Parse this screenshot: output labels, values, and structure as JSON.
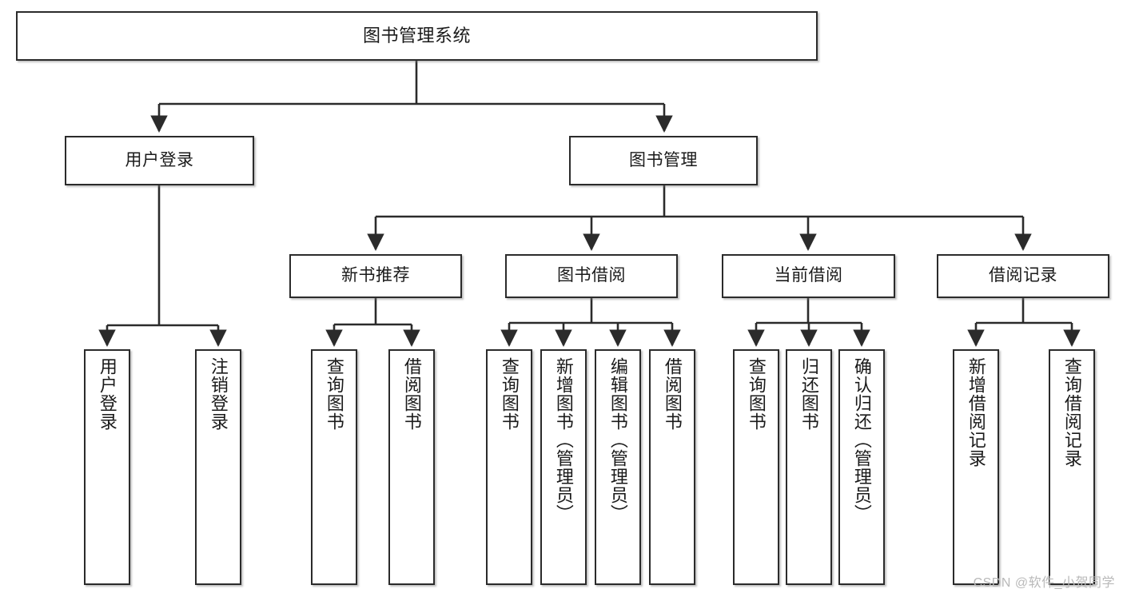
{
  "diagram": {
    "title": "图书管理系统",
    "watermark": "CSDN @软件_小贺同学",
    "style": {
      "border_color": "#2b2b2b",
      "fill_color": "#ffffff",
      "edge_color": "#2b2b2b",
      "text_color": "#1a1a1a",
      "watermark_color": "#b9b9b9"
    },
    "nodes": {
      "root": {
        "label": "图书管理系统"
      },
      "level1": [
        {
          "id": "user-login",
          "label": "用户登录"
        },
        {
          "id": "book-management",
          "label": "图书管理"
        }
      ],
      "level2": [
        {
          "id": "new-book-recommend",
          "label": "新书推荐"
        },
        {
          "id": "book-borrow",
          "label": "图书借阅"
        },
        {
          "id": "current-borrow",
          "label": "当前借阅"
        },
        {
          "id": "borrow-record",
          "label": "借阅记录"
        }
      ],
      "leaves": {
        "user-login": [
          {
            "id": "leaf-user-login",
            "label": "用户登录"
          },
          {
            "id": "leaf-user-logout",
            "label": "注销登录"
          }
        ],
        "new-book-recommend": [
          {
            "id": "leaf-query-book-1",
            "label": "查询图书"
          },
          {
            "id": "leaf-borrow-book-1",
            "label": "借阅图书"
          }
        ],
        "book-borrow": [
          {
            "id": "leaf-query-book-2",
            "label": "查询图书"
          },
          {
            "id": "leaf-add-book",
            "label": "新增图书（管理员）"
          },
          {
            "id": "leaf-edit-book",
            "label": "编辑图书（管理员）"
          },
          {
            "id": "leaf-borrow-book-2",
            "label": "借阅图书"
          }
        ],
        "current-borrow": [
          {
            "id": "leaf-query-book-3",
            "label": "查询图书"
          },
          {
            "id": "leaf-return-book",
            "label": "归还图书"
          },
          {
            "id": "leaf-confirm-return",
            "label": "确认归还（管理员）"
          }
        ],
        "borrow-record": [
          {
            "id": "leaf-add-record",
            "label": "新增借阅记录"
          },
          {
            "id": "leaf-query-record",
            "label": "查询借阅记录"
          }
        ]
      }
    }
  }
}
